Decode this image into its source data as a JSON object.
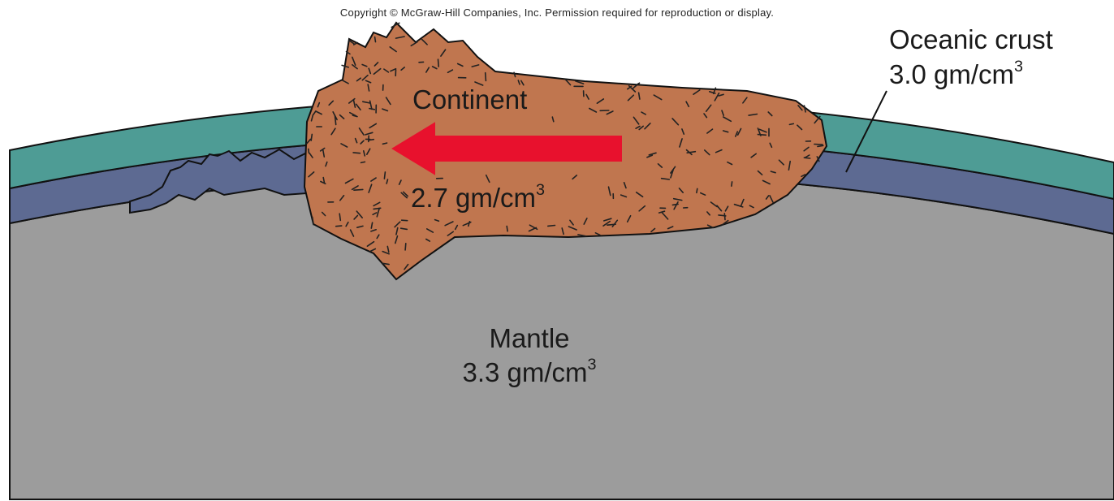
{
  "copyright": "Copyright © McGraw-Hill Companies, Inc. Permission required for reproduction or display.",
  "labels": {
    "continent": "Continent",
    "continent_density_value": "2.7 gm/cm",
    "oceanic_crust": "Oceanic crust",
    "oceanic_density_value": "3.0 gm/cm",
    "mantle": "Mantle",
    "mantle_density_value": "3.3 gm/cm",
    "cube_exponent": "3"
  },
  "colors": {
    "continent": "#c0764f",
    "oceanic_crust_upper": "#4e9c95",
    "oceanic_crust_lower": "#5d6a92",
    "mantle": "#9c9c9c",
    "arrow": "#e8112d",
    "outline": "#111111"
  },
  "arrow_direction": "left"
}
